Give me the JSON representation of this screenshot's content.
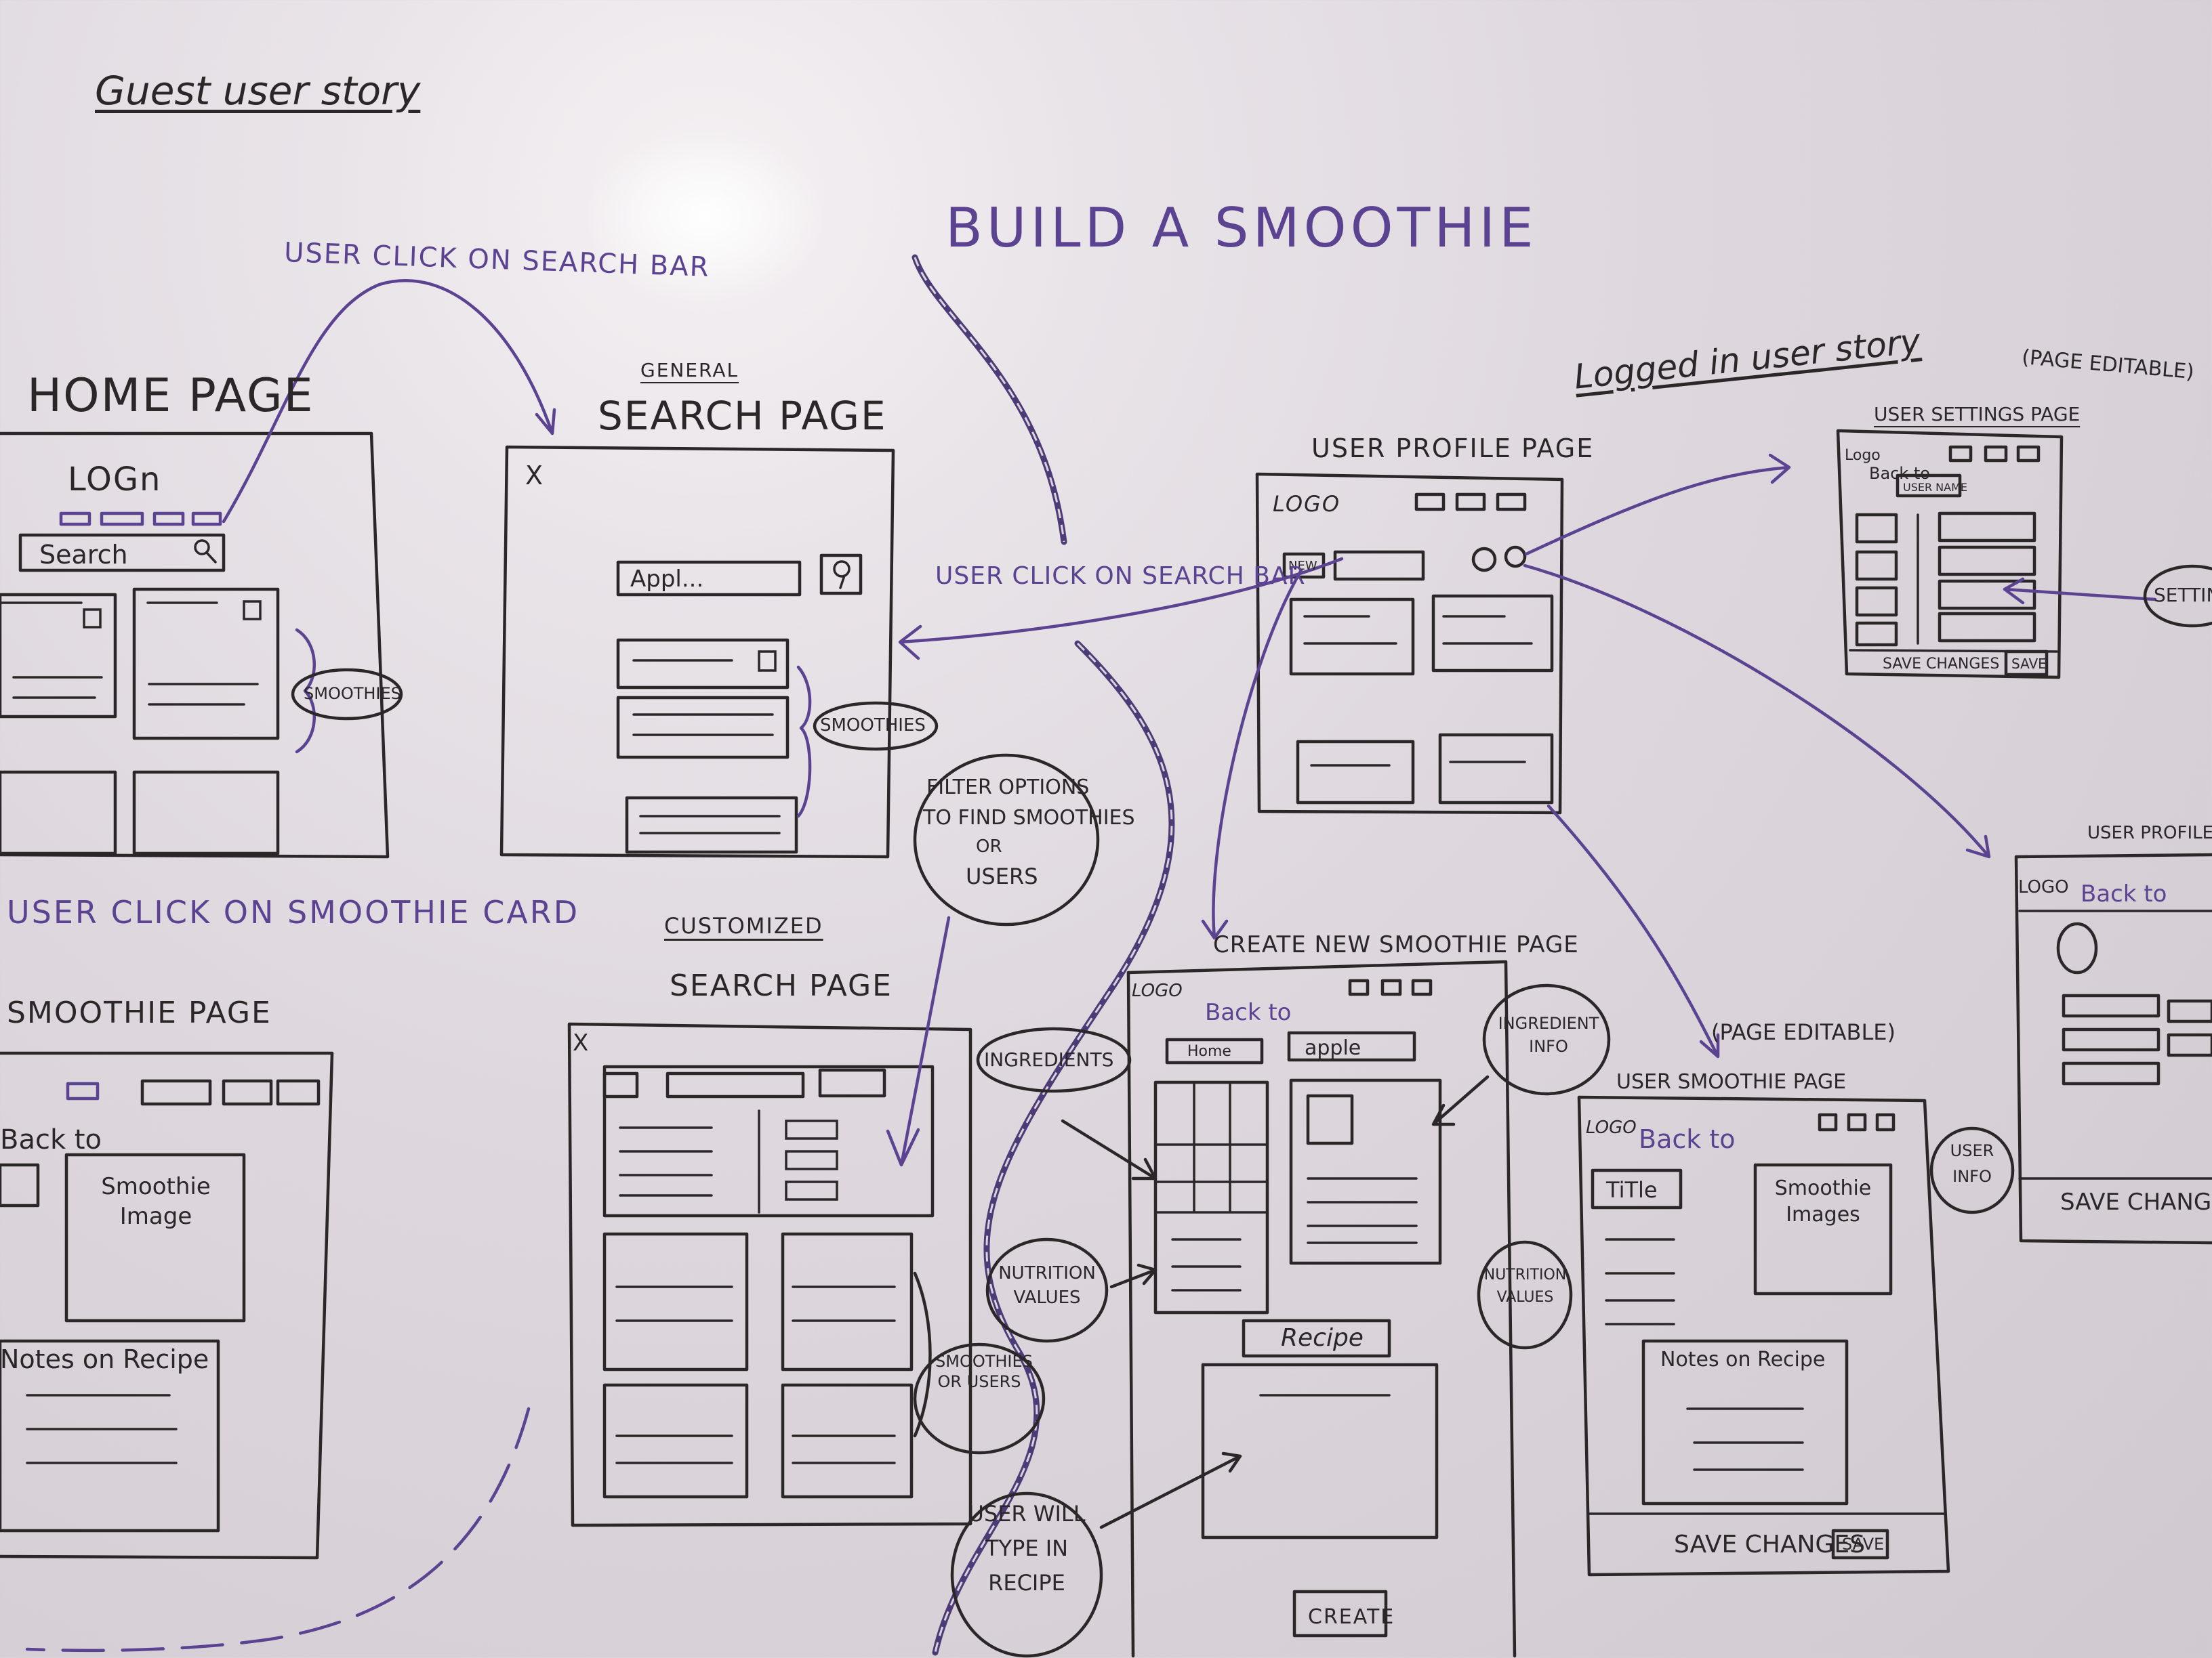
{
  "header": {
    "guest_story": "Guest user story",
    "build": "BUILD A SMOOTHIE",
    "logged_story": "Logged in user story"
  },
  "home": {
    "title": "HOME PAGE",
    "login": "LOGn",
    "search": "Search",
    "smoothies": "SMOOTHIES"
  },
  "general_search": {
    "pre": "GENERAL",
    "title": "SEARCH PAGE",
    "close": "X",
    "input": "Appl...",
    "smoothies": "SMOOTHIES"
  },
  "custom_search": {
    "pre": "CUSTOMIZED",
    "title": "SEARCH PAGE",
    "close": "X",
    "results": "SMOOTHIES OR USERS",
    "filter_line1": "FILTER OPTIONS",
    "filter_line2": "TO FIND SMOOTHIES",
    "filter_line3": "OR",
    "filter_line4": "USERS"
  },
  "smoothie": {
    "title": "SMOOTHIE PAGE",
    "back": "Back to",
    "image": "Smoothie Image",
    "notes": "Notes on Recipe"
  },
  "profile": {
    "title": "USER PROFILE PAGE",
    "logo": "LOGO",
    "new": "NEW"
  },
  "settings": {
    "editable": "(PAGE EDITABLE)",
    "title": "USER SETTINGS PAGE",
    "logo": "Logo",
    "back": "Back to",
    "username": "USER NAME",
    "save_changes": "SAVE CHANGES",
    "save": "SAVE",
    "bubble": "SETTINGS"
  },
  "create": {
    "title": "CREATE NEW SMOOTHIE PAGE",
    "logo": "LOGO",
    "back": "Back to",
    "home": "Home",
    "search": "apple",
    "recipe": "Recipe",
    "create": "CREATE",
    "ingredients": "INGREDIENTS",
    "ingredient_info": "INGREDIENT INFO",
    "nutrition": "NUTRITION VALUES",
    "user_type": "USER WILL TYPE IN RECIPE"
  },
  "user_smoothie": {
    "editable": "(PAGE EDITABLE)",
    "title": "USER SMOOTHIE PAGE",
    "logo": "LOGO",
    "back": "Back to",
    "field_title": "TiTle",
    "image": "Smoothie Images",
    "notes": "Notes on Recipe",
    "save_changes": "SAVE CHANGES",
    "save": "SAVE",
    "nutrition": "NUTRITION VALUES"
  },
  "user_profile_edit": {
    "title": "USER PROFILE",
    "logo": "LOGO",
    "back": "Back to",
    "save_changes": "SAVE CHANGES",
    "bubble": "USER INFO"
  },
  "arrows": {
    "search_bar_top": "USER CLICK ON SEARCH BAR",
    "search_bar_mid": "USER CLICK ON SEARCH BAR",
    "smoothie_card": "USER CLICK ON SMOOTHIE CARD"
  }
}
